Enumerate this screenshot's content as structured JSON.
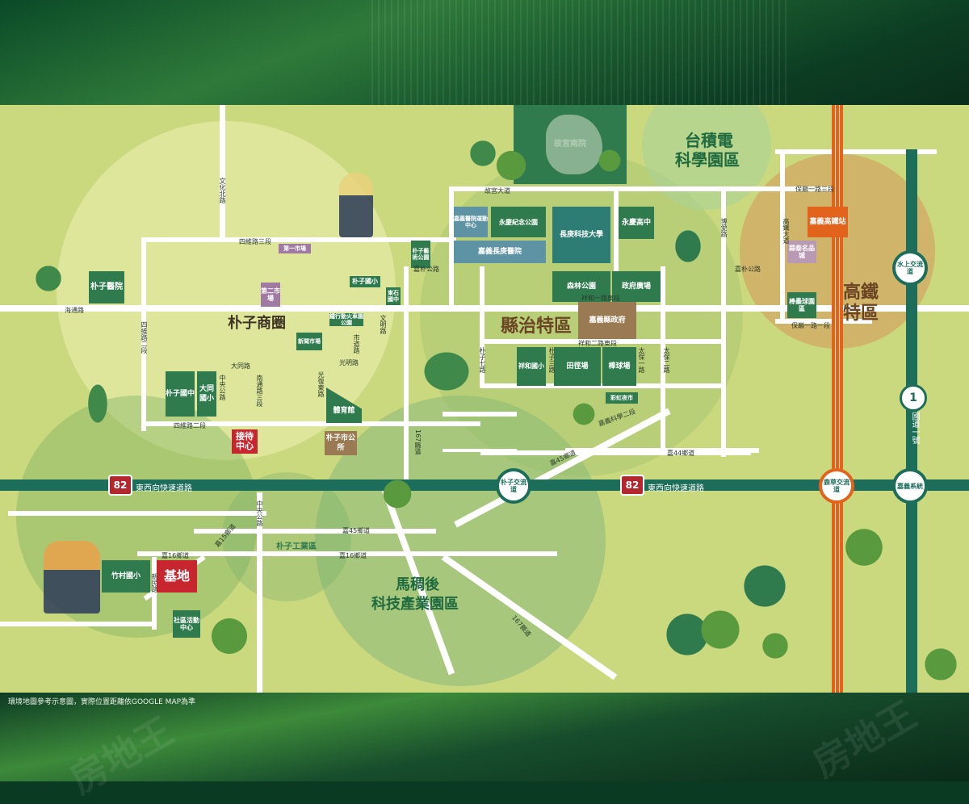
{
  "note": "環境地圖參考示意圖，實際位置距離依GOOGLE MAP為準",
  "watermark": "房地王",
  "areas": {
    "puzi_shopping": "朴子商圈",
    "county_gov": "縣治特區",
    "tsmc_line1": "台積電",
    "tsmc_line2": "科學園區",
    "hsr_line1": "高鐵",
    "hsr_line2": "特區",
    "industrial_line1": "馬稠後",
    "industrial_line2": "科技產業園區",
    "puzi_industrial": "朴子工業區"
  },
  "blocks": {
    "puzi_hospital": "朴子醫院",
    "second_market": "第二市場",
    "first_market": "第一市場",
    "puzi_elem": "朴子國小",
    "dongshi_middle": "東石國中",
    "puzi_middle": "朴子國中",
    "datong_elem": "大同國小",
    "reception": "接待中心",
    "gym": "體育館",
    "city_office": "朴子市公所",
    "arts_park": "朴子藝術公園",
    "cultural_square": "鐵行動火車園公園",
    "market_mall": "新聞市場",
    "chang_gung_hosp": "嘉義長庚醫院",
    "hosp_sports": "嘉義醫院運動中心",
    "yongqing_park": "永慶紀念公園",
    "chang_gung_univ": "長庚科技大學",
    "yongqing_high": "永慶高中",
    "forest_park": "森林公園",
    "gov_square": "政府廣場",
    "county_hall": "嘉義縣政府",
    "xianghe_elem": "祥和國小",
    "track_field": "田徑場",
    "baseball": "棒球場",
    "night_market": "彩虹夜市",
    "palace_museum": "故宮南院",
    "hsr_station": "嘉義高鐵站",
    "hsr_mall": "蒜泰名品城",
    "hsr_baseball": "棒壘球園區",
    "site": "基地",
    "zhucun_elem": "竹村國小",
    "community_center": "社區活動中心"
  },
  "roads": {
    "wenhua_n": "文化北路",
    "siwei_3": "四維路三段",
    "haitong": "海通路",
    "siwei_ne": "四維路二段",
    "datong": "大同路",
    "zhongyang": "中央公路",
    "nantong": "南通路三段",
    "guangfu": "光復東路",
    "wenming": "文明路",
    "siwei_2": "四維路二段",
    "guangming": "光明路",
    "shidao": "市道路",
    "road_167": "167縣道",
    "puzi_road": "朴子七路",
    "puzi_3": "朴子三路",
    "xiangluo_1": "祥和一路東段",
    "xiangluo_2": "祥和二路東段",
    "taibao_1": "太保一路",
    "taibao_2": "太保二路",
    "gugong": "故宮大道",
    "jiapu": "嘉朴公路",
    "gaotie_3": "高鐵大道",
    "boai": "博愛路",
    "baoqiang_3": "保巔一路三段",
    "baoqiang_1": "保巔一路一段",
    "gaotie_e": "高鐵大道",
    "road_168": "嘉義科學二段",
    "road_44": "嘉44鄉道",
    "road_45a": "嘉45鄉道",
    "road_45b": "嘉45鄉道",
    "road_16a": "嘉16鄉道",
    "road_16b": "嘉16鄉道",
    "road_15": "嘉15鄉道",
    "road_167b": "167縣道",
    "zhongyang2": "中央公路",
    "xinmin": "新民路",
    "expressway1": "東西向快速道路",
    "expressway2": "東西向快速道路",
    "route82": "82",
    "national1": "國道一號",
    "national_shield": "1"
  },
  "interchanges": {
    "shuishang": "水上交流道",
    "puzi": "朴子交流道",
    "lucao": "鹿草交流道",
    "jiayi": "嘉義系統"
  },
  "colors": {
    "grass": "#cbd97e",
    "road": "#ffffff",
    "expressway": "#1c6e5a",
    "hsr": "#e2641c",
    "dark_green": "#2f7b4e"
  }
}
